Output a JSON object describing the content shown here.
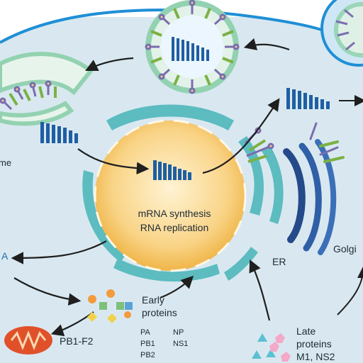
{
  "labels": {
    "nucleus_line1": "mRNA synthesis",
    "nucleus_line2": "RNA replication",
    "er": "ER",
    "golgi": "Golgi",
    "left_partial_top": "me",
    "left_partial_mid": "A",
    "early_line1": "Early",
    "early_line2": "proteins",
    "pa": "PA",
    "pb1": "PB1",
    "pb2": "PB2",
    "np": "NP",
    "ns1": "NS1",
    "pb1f2": "PB1-F2",
    "late_line1": "Late",
    "late_line2": "proteins",
    "late_line3": "M1, NS2"
  },
  "colors": {
    "background": "#d7e7ef",
    "cell_membrane": "#1f8fd6",
    "nucleus_core": "#fbe7b7",
    "nucleus_edge": "#f4be5a",
    "er": "#58b9bd",
    "golgi": "#254a8a",
    "rna_bars": "#1f5fa3",
    "vesicle_ring": "#8fd2b2",
    "mitochondrion": "#e0512a",
    "arrow": "#1f1f1f"
  }
}
